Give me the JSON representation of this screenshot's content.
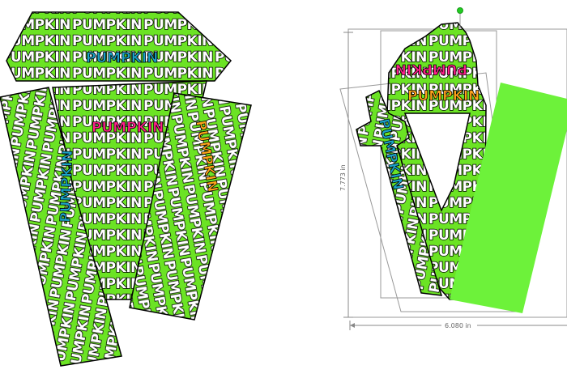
{
  "canvas": {
    "background": "#ffffff",
    "pattern_word": "PUMPKIN",
    "pattern_colors": {
      "fill": "#ffffff",
      "outline": "#000000",
      "background": "#6be324"
    },
    "highlight_colors": {
      "blue": "#1aa3c7",
      "pink": "#ff1f8a",
      "orange": "#ffa31a"
    },
    "green_panel_color": "#6df23a"
  },
  "highlights": {
    "left_top": "PUMPKIN",
    "left_middle": "PUMPKIN",
    "left_vertical_blue": "PUMPKIN",
    "left_vertical_orange": "PUMPKIN",
    "right_top_pink": "PUMPKIN",
    "right_orange": "PUMPKIN",
    "right_vertical_blue": "PUMPKIN"
  },
  "dimensions": {
    "height_label": "7.773 in",
    "width_label": "6.080 in"
  }
}
